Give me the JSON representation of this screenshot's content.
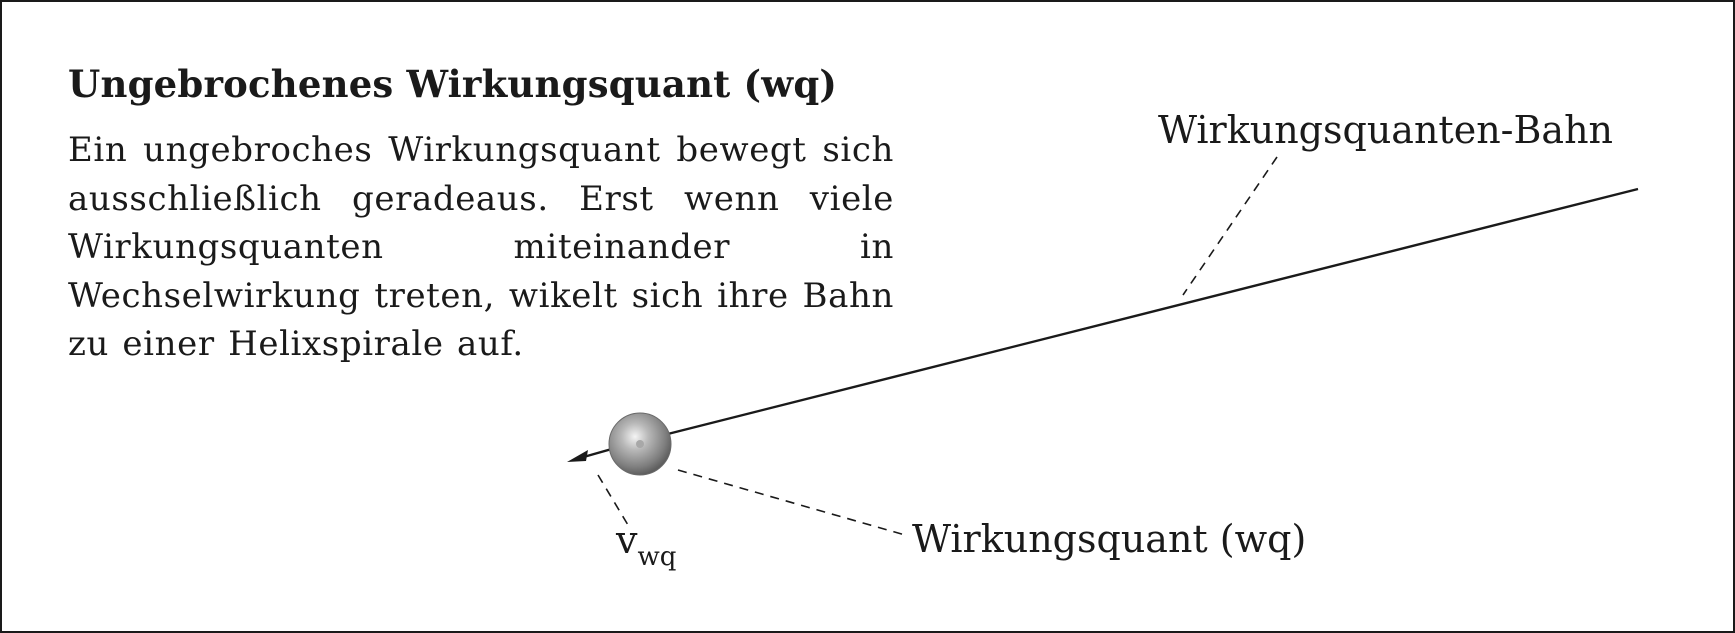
{
  "title": "Ungebrochenes Wirkungsquant (wq)",
  "description": "Ein ungebroches Wirkungsquant bewegt sich ausschließlich geradeaus. Erst wenn viele Wirkungsquanten miteinander in Wechselwirkung treten, wikelt sich ihre Bahn zu einer Helixspirale auf.",
  "labels": {
    "path": "Wirkungsquanten-Bahn",
    "quantum": "Wirkungsquant (wq)",
    "velocity_main": "v",
    "velocity_sub": "wq"
  }
}
